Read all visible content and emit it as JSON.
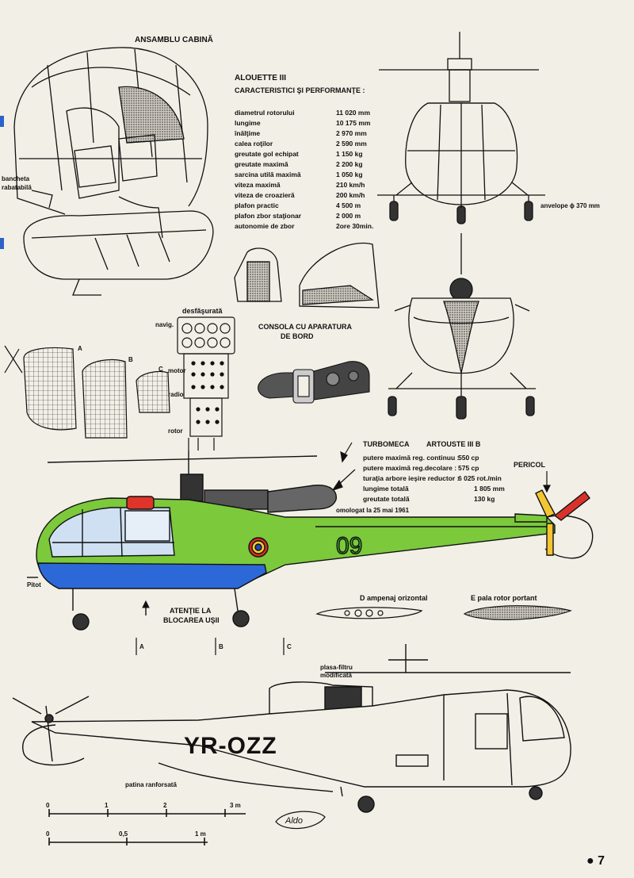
{
  "colors": {
    "paper": "#f2efe6",
    "fuselage_green": "#7cc93c",
    "belly_blue": "#2d68d8",
    "warning_red": "#d8332a",
    "warning_yellow": "#f3c531",
    "roundel_blue": "#2247b0",
    "roundel_yellow": "#f5cf2b",
    "roundel_red": "#d12a22"
  },
  "titles": {
    "cabin_assembly": "ANSAMBLU CABINĂ",
    "console": "CONSOLA CU APARATURA",
    "console_2": "DE BORD"
  },
  "specs": {
    "model": "ALOUETTE III",
    "heading": "CARACTERISTICI ŞI PERFORMANŢE :",
    "rows": [
      {
        "label": "diametrul rotorului",
        "value": "11 020 mm"
      },
      {
        "label": "lungime",
        "value": "10 175 mm"
      },
      {
        "label": "înălţime",
        "value": "2 970 mm"
      },
      {
        "label": "calea roţilor",
        "value": "2 590 mm"
      },
      {
        "label": "greutate gol echipat",
        "value": "1 150 kg"
      },
      {
        "label": "greutate maximă",
        "value": "2 200 kg"
      },
      {
        "label": "sarcina utilă maximă",
        "value": "1 050 kg"
      },
      {
        "label": "viteza maximă",
        "value": "210 km/h"
      },
      {
        "label": "viteza de croazieră",
        "value": "200 km/h"
      },
      {
        "label": "plafon practic",
        "value": "4 500 m"
      },
      {
        "label": "plafon zbor staţionar",
        "value": "2 000 m"
      },
      {
        "label": "autonomie de zbor",
        "value": "2ore 30min."
      }
    ]
  },
  "engine": {
    "maker": "TURBOMECA",
    "model": "ARTOUSTE III B",
    "rows": [
      {
        "label": "putere maximă reg. continuu :",
        "value": "550 cp"
      },
      {
        "label": "putere maximă reg.decolare :",
        "value": "575 cp"
      },
      {
        "label": "turaţia arbore ieşire reductor :",
        "value": "6 025 rot./min"
      },
      {
        "label": "lungime totală",
        "value": "1 805 mm"
      },
      {
        "label": "greutate totală",
        "value": "130 kg"
      }
    ]
  },
  "labels": {
    "bench": "bancheta",
    "bench_2": "rabatabilă",
    "tyres": "anvelope ϕ 370 mm",
    "deployed": "desfăşurată",
    "nav": "navig.",
    "motor": "motor",
    "radio": "radio",
    "rotor": "rotor",
    "section_a": "A",
    "section_b": "B",
    "section_c": "C",
    "danger": "PERICOL",
    "homologated": "omologat la  25 mai 1961",
    "pitot": "Pitot",
    "attention": "ATENŢIE LA",
    "attention_2": "BLOCAREA UŞII",
    "stabilizer": "D ampenaj orizontal",
    "blade": "E pala rotor portant",
    "filter": "plasa-filtru",
    "filter_2": "modificată",
    "skid": "patina ranforsată",
    "tail_number": "09",
    "registration": "YR-OZZ",
    "signature": "Aldo",
    "page_number": "● 7"
  },
  "scales": {
    "large": [
      "0",
      "1",
      "2",
      "3 m"
    ],
    "small": [
      "0",
      "0,5",
      "1 m"
    ]
  }
}
